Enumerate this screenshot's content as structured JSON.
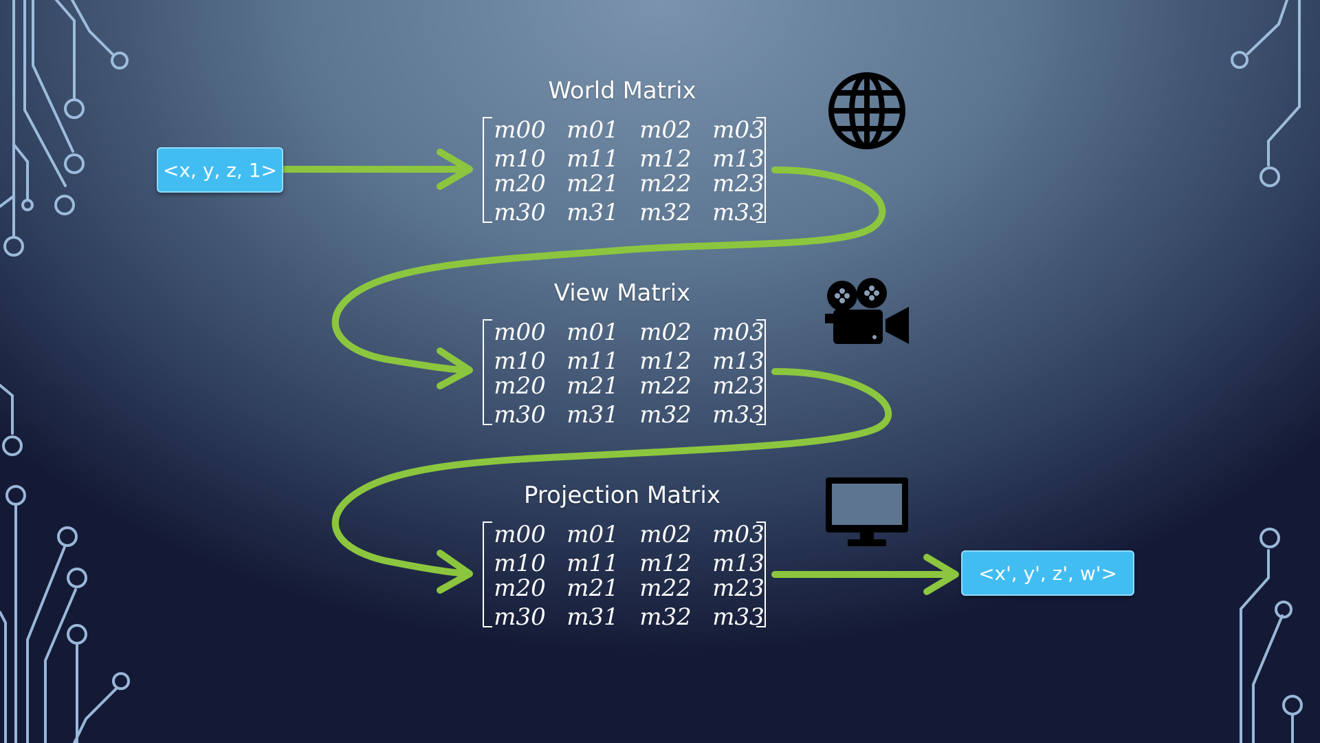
{
  "input_vector": "<x, y, z, 1>",
  "output_vector": "<x', y', z', w'>",
  "matrix_cells": [
    [
      "m00",
      "m01",
      "m02",
      "m03"
    ],
    [
      "m10",
      "m11",
      "m12",
      "m13"
    ],
    [
      "m20",
      "m21",
      "m22",
      "m23"
    ],
    [
      "m30",
      "m31",
      "m32",
      "m33"
    ]
  ],
  "stages": [
    {
      "title": "World Matrix",
      "icon": "globe-icon"
    },
    {
      "title": "View Matrix",
      "icon": "movie-camera-icon"
    },
    {
      "title": "Projection Matrix",
      "icon": "monitor-icon"
    }
  ],
  "colors": {
    "arrow": "#8cc63f",
    "vector_box": "#42bdf2",
    "circuit": "#a9c9ea"
  }
}
